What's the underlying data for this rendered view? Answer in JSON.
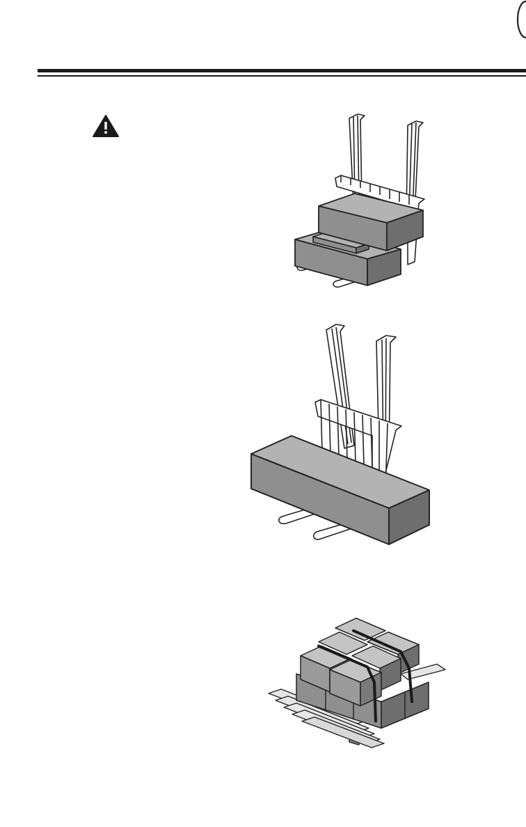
{
  "page": {
    "background": "#ffffff",
    "ink": "#222222",
    "load_fill": "#8f8f8f",
    "load_side": "#6e6e6e",
    "load_top": "#b3b3b3"
  },
  "icons": {
    "warning": "warning-triangle-icon"
  },
  "figures": [
    "forklift-stacked-loads",
    "forklift-long-load",
    "strapped-pallet-load"
  ]
}
